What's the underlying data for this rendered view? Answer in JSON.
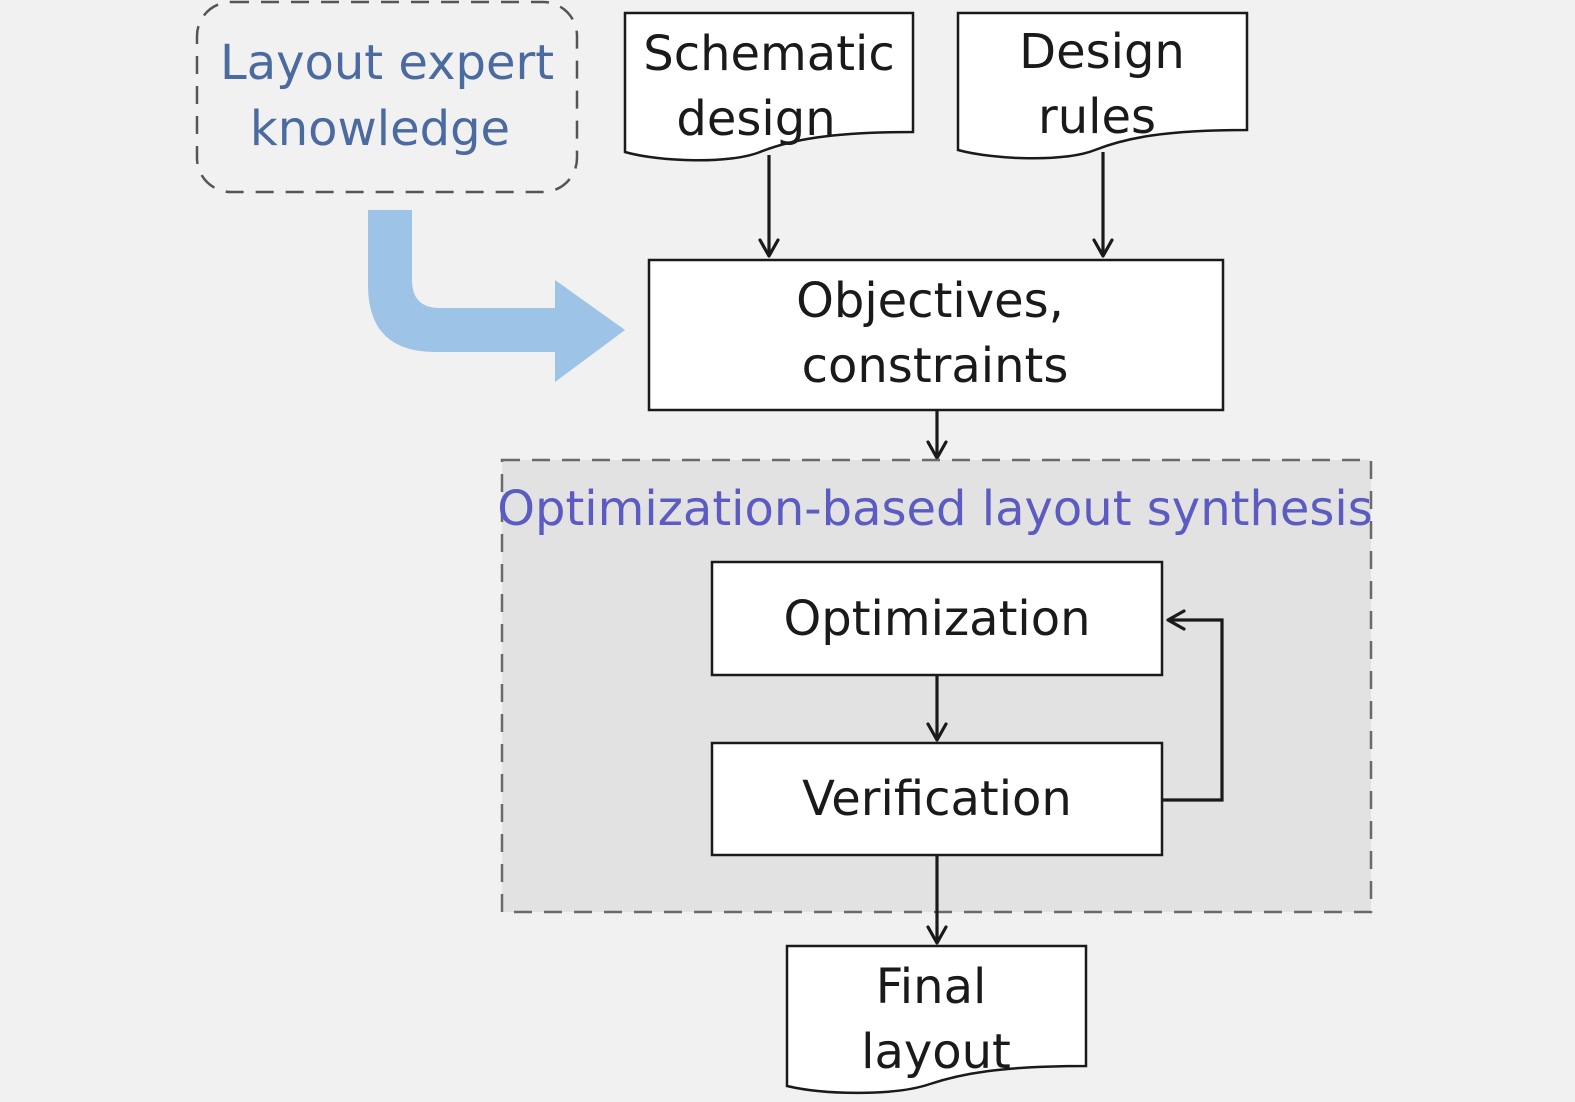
{
  "expert_knowledge": {
    "line1": "Layout expert",
    "line2": "knowledge",
    "arrow_color": "#9dc3e6"
  },
  "inputs": {
    "schematic": {
      "line1": "Schematic",
      "line2": "design"
    },
    "rules": {
      "line1": "Design",
      "line2": "rules"
    }
  },
  "objectives": {
    "line1": "Objectives,",
    "line2": "constraints"
  },
  "synthesis": {
    "title": "Optimization-based layout synthesis",
    "optimization": "Optimization",
    "verification": "Verification"
  },
  "output": {
    "line1": "Final",
    "line2": "layout"
  }
}
